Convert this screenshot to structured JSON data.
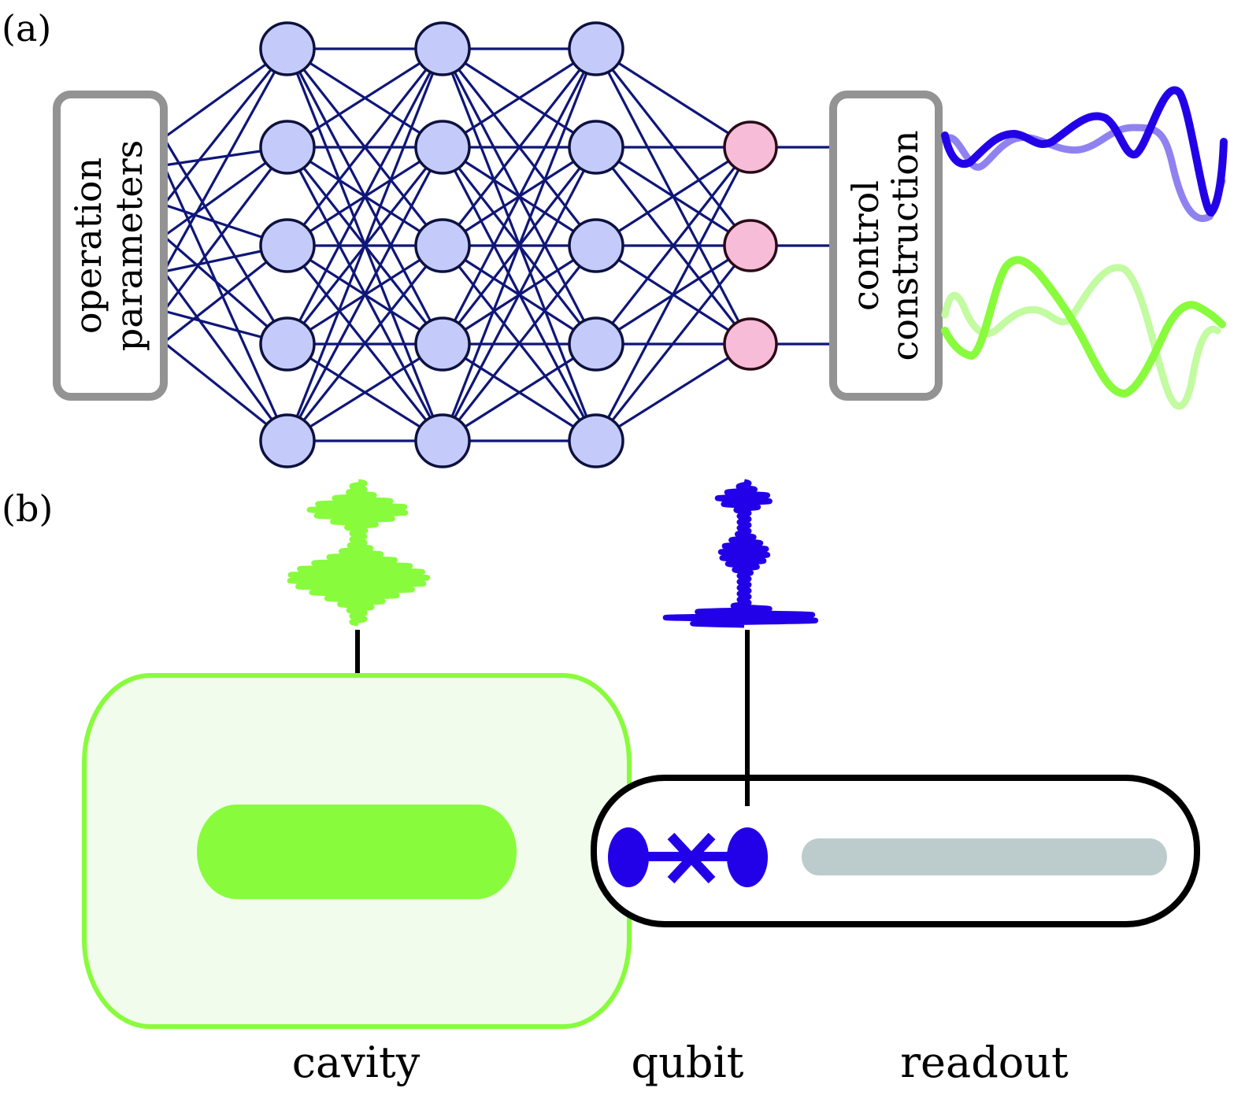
{
  "panels": {
    "a": {
      "label": "(a)",
      "input_box": {
        "line1": "operation",
        "line2": "parameters"
      },
      "output_box": {
        "line1": "control",
        "line2": "construction"
      },
      "network": {
        "hidden_layers": 3,
        "nodes_per_hidden_layer": 5,
        "output_nodes": 3,
        "hidden_node_color": "#c4cbfa",
        "output_node_color": "#f7bcd8",
        "edge_color": "#0f1678"
      },
      "waveforms": {
        "blue_color": "#2200e8",
        "blue_light_color": "#8f82f0",
        "green_color": "#88fc3c",
        "green_light_color": "#c2fba0"
      }
    },
    "b": {
      "label": "(b)",
      "labels": {
        "cavity": "cavity",
        "qubit": "qubit",
        "readout": "readout"
      },
      "colors": {
        "cavity_border": "#88fc3c",
        "cavity_fill": "#f1fcec",
        "cavity_core": "#88fc3c",
        "qubit": "#2200e8",
        "readout_bar": "#bccbcb",
        "outline": "#000000"
      }
    }
  }
}
